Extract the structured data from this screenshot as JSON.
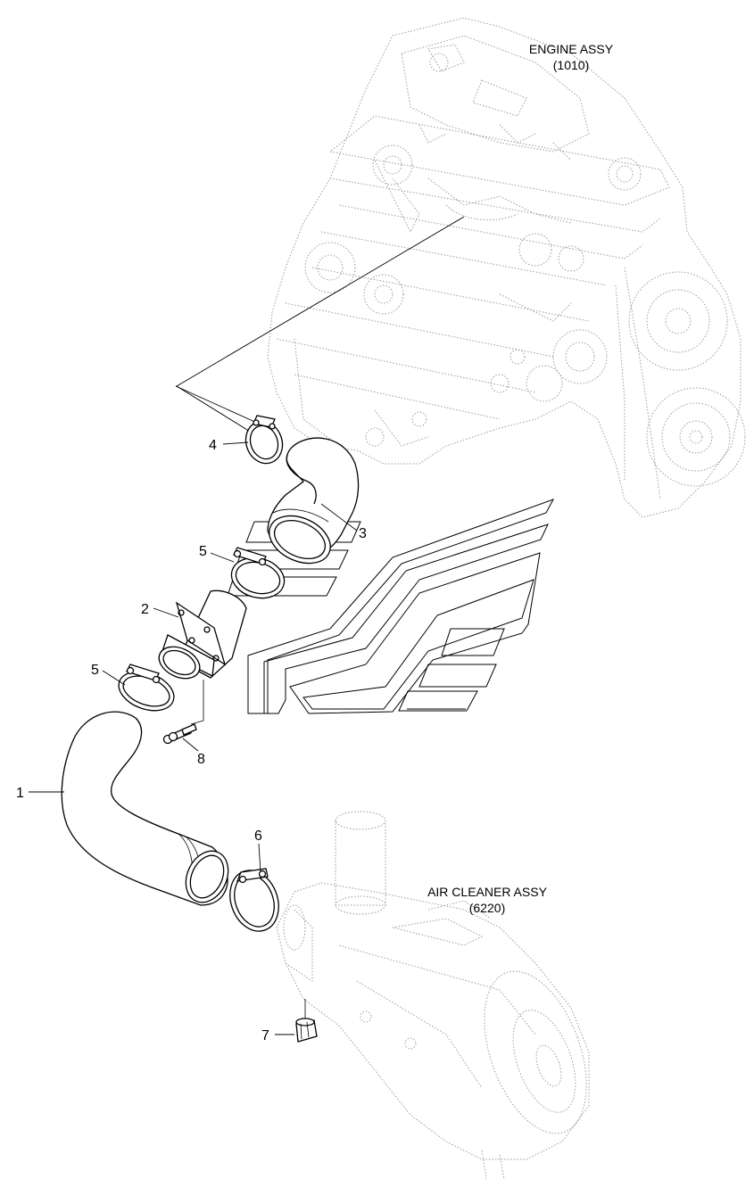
{
  "assemblies": {
    "engine": {
      "name": "ENGINE ASSY",
      "code": "(1010)"
    },
    "air_cleaner": {
      "name": "AIR CLEANER ASSY",
      "code": "(6220)"
    }
  },
  "callouts": {
    "p1": "1",
    "p2": "2",
    "p3": "3",
    "p4": "4",
    "p5a": "5",
    "p5b": "5",
    "p6": "6",
    "p7": "7",
    "p8": "8"
  }
}
